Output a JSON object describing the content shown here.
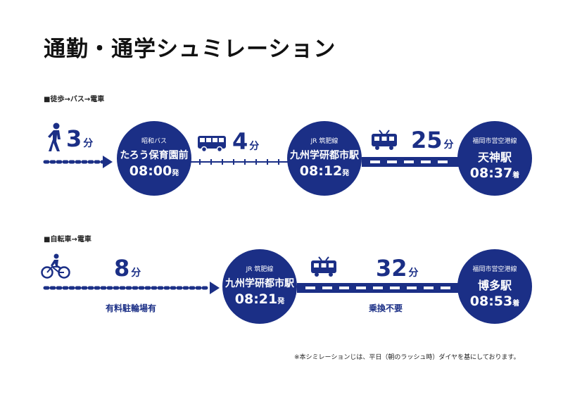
{
  "title": "通勤・通学シュミレーション",
  "route1": {
    "label": "■徒歩→バス→電車",
    "walk": {
      "minutes": "3",
      "unit": "分"
    },
    "stop1": {
      "line": "昭和バス",
      "name": "たろう保育園前",
      "time": "08:00",
      "suffix": "発"
    },
    "bus": {
      "minutes": "4",
      "unit": "分"
    },
    "stop2": {
      "line": "JR 筑肥線",
      "name": "九州学研都市駅",
      "time": "08:12",
      "suffix": "発"
    },
    "train": {
      "minutes": "25",
      "unit": "分"
    },
    "stop3": {
      "line": "福岡市営空港線",
      "name": "天神駅",
      "time": "08:37",
      "suffix": "着"
    }
  },
  "route2": {
    "label": "■自転車→電車",
    "bike": {
      "minutes": "8",
      "unit": "分",
      "note": "有料駐輪場有"
    },
    "stop1": {
      "line": "JR 筑肥線",
      "name": "九州学研都市駅",
      "time": "08:21",
      "suffix": "発"
    },
    "train": {
      "minutes": "32",
      "unit": "分",
      "note": "乗換不要"
    },
    "stop2": {
      "line": "福岡市営空港線",
      "name": "博多駅",
      "time": "08:53",
      "suffix": "着"
    }
  },
  "footnote": "※本シミレーションじは、平日（朝のラッシュ時）ダイヤを基にしております。",
  "colors": {
    "brand": "#1b2f86"
  },
  "icons": [
    "walker-icon",
    "bus-icon",
    "train-icon",
    "bicycle-icon"
  ]
}
